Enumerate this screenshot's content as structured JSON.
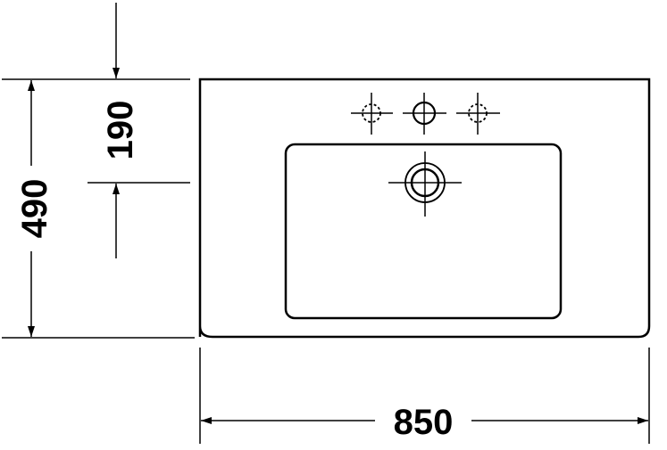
{
  "drawing": {
    "type": "washbasin-technical-drawing-top-view",
    "line_color": "#000000",
    "background": "#ffffff",
    "dimensions": {
      "total_depth": "490",
      "tap_hole_to_drain": "190",
      "width": "850"
    },
    "features": {
      "tap_holes": [
        {
          "name": "left-optional-tap-hole",
          "style": "dashed"
        },
        {
          "name": "center-tap-hole",
          "style": "solid"
        },
        {
          "name": "right-optional-tap-hole",
          "style": "dashed"
        }
      ],
      "drain": {
        "name": "overflow-drain",
        "style": "double-circle"
      }
    }
  }
}
